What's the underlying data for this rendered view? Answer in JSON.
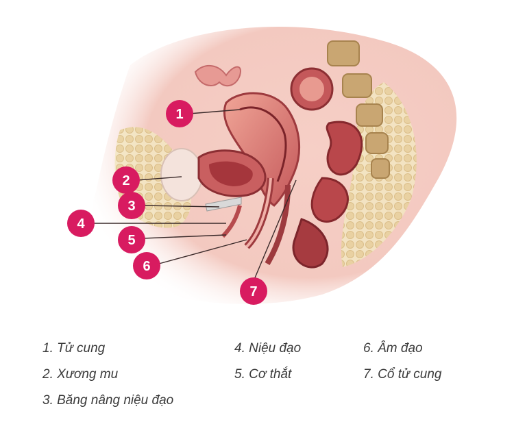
{
  "callouts": [
    {
      "number": "1"
    },
    {
      "number": "2"
    },
    {
      "number": "3"
    },
    {
      "number": "4"
    },
    {
      "number": "5"
    },
    {
      "number": "6"
    },
    {
      "number": "7"
    }
  ],
  "legend": {
    "col1": [
      "1. Tử cung",
      "2. Xương mu",
      "3. Băng nâng niệu đạo"
    ],
    "col2": [
      "4. Niệu đạo",
      "5. Cơ thắt"
    ],
    "col3": [
      "6. Âm đạo",
      "7. Cổ tử cung"
    ]
  },
  "colors": {
    "callout": "#d81b60",
    "tissue_light": "#f7d6d0",
    "tissue_mid": "#e8a59a",
    "tissue_dark": "#b4484a",
    "fat": "#efe0b8",
    "bone": "#c9a672"
  }
}
